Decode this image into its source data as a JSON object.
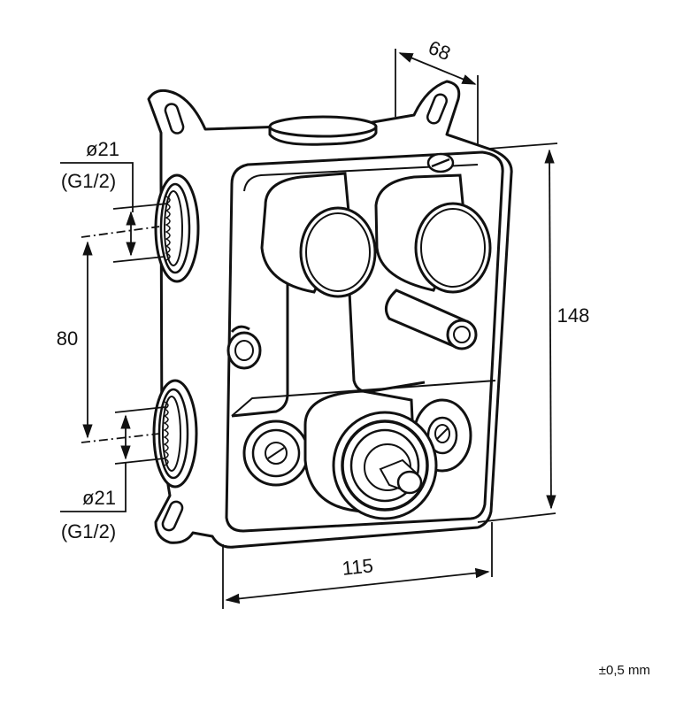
{
  "dimensions": {
    "depth": "68",
    "height": "148",
    "width": "115",
    "spacing": "80",
    "upper_port": {
      "diameter": "ø21",
      "thread": "(G1/2)"
    },
    "lower_port": {
      "diameter": "ø21",
      "thread": "(G1/2)"
    }
  },
  "tolerance": "±0,5 mm"
}
